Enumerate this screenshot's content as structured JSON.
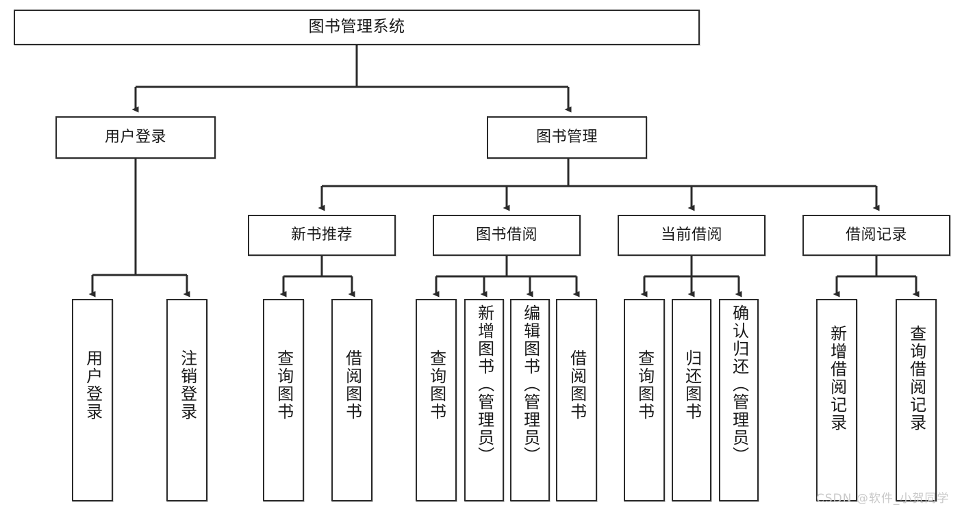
{
  "diagram": {
    "title": "图书管理系统",
    "type": "tree-hierarchy-chart",
    "colors": {
      "box_border": "#2b2b2b",
      "box_fill": "#ffffff",
      "edge": "#2b2b2b",
      "text": "#1a1a1a",
      "watermark": "#c9c9c9",
      "background": "#ffffff"
    }
  },
  "root": {
    "label": "图书管理系统"
  },
  "level2": [
    {
      "label": "用户登录"
    },
    {
      "label": "图书管理"
    }
  ],
  "level3": [
    {
      "label": "新书推荐"
    },
    {
      "label": "图书借阅"
    },
    {
      "label": "当前借阅"
    },
    {
      "label": "借阅记录"
    }
  ],
  "leaves": {
    "user_login": [
      {
        "label": "用户登录"
      },
      {
        "label": "注销登录"
      }
    ],
    "new_book_recommend": [
      {
        "label": "查询图书"
      },
      {
        "label": "借阅图书"
      }
    ],
    "book_borrow": [
      {
        "label": "查询图书"
      },
      {
        "label": "新增图书（管理员）"
      },
      {
        "label": "编辑图书（管理员）"
      },
      {
        "label": "借阅图书"
      }
    ],
    "current_borrow": [
      {
        "label": "查询图书"
      },
      {
        "label": "归还图书"
      },
      {
        "label": "确认归还（管理员）"
      }
    ],
    "borrow_records": [
      {
        "label": "新增借阅记录"
      },
      {
        "label": "查询借阅记录"
      }
    ]
  },
  "watermark": {
    "text": "CSDN @软件_小贺同学"
  }
}
